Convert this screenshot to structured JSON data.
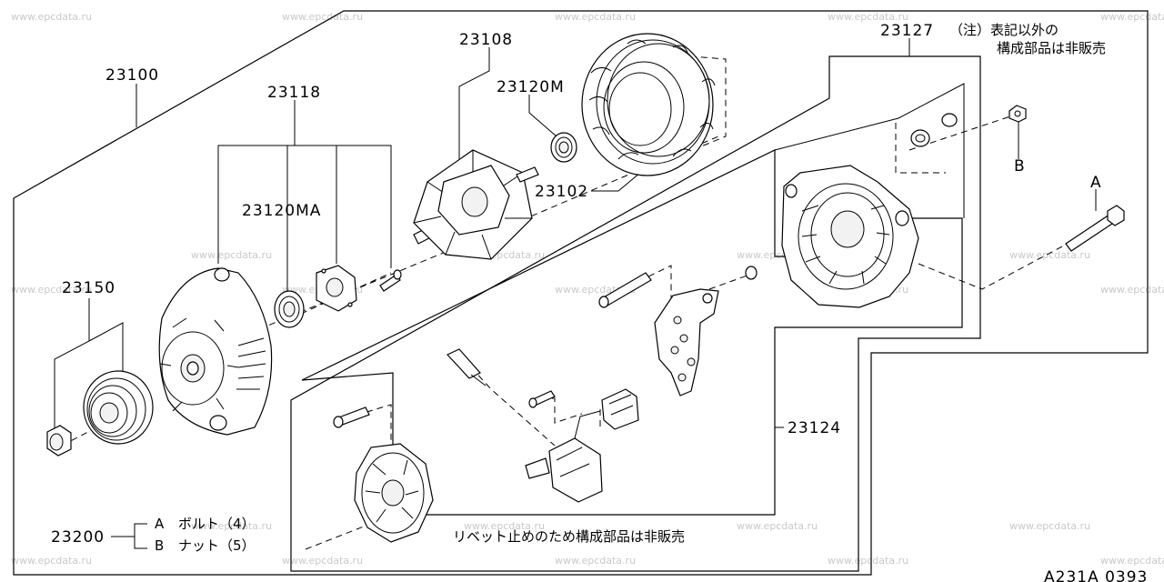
{
  "parts": {
    "p23100": "23100",
    "p23118": "23118",
    "p23108": "23108",
    "p23120M": "23120M",
    "p23120MA": "23120MA",
    "p23102": "23102",
    "p23127": "23127",
    "p23150": "23150",
    "p23124": "23124",
    "p23200": "23200"
  },
  "callouts": {
    "a": "A",
    "b": "B"
  },
  "legend": {
    "a_key": "A",
    "a_text": "ボルト（4）",
    "b_key": "B",
    "b_text": "ナット（5）"
  },
  "notes": {
    "note_line1": "（注）表記以外の",
    "note_line2": "構成部品は非販売",
    "rivet_note": "リベット止めのため構成部品は非販売"
  },
  "figure_code": "A231A 0393",
  "watermark": "www.epcdata.ru"
}
